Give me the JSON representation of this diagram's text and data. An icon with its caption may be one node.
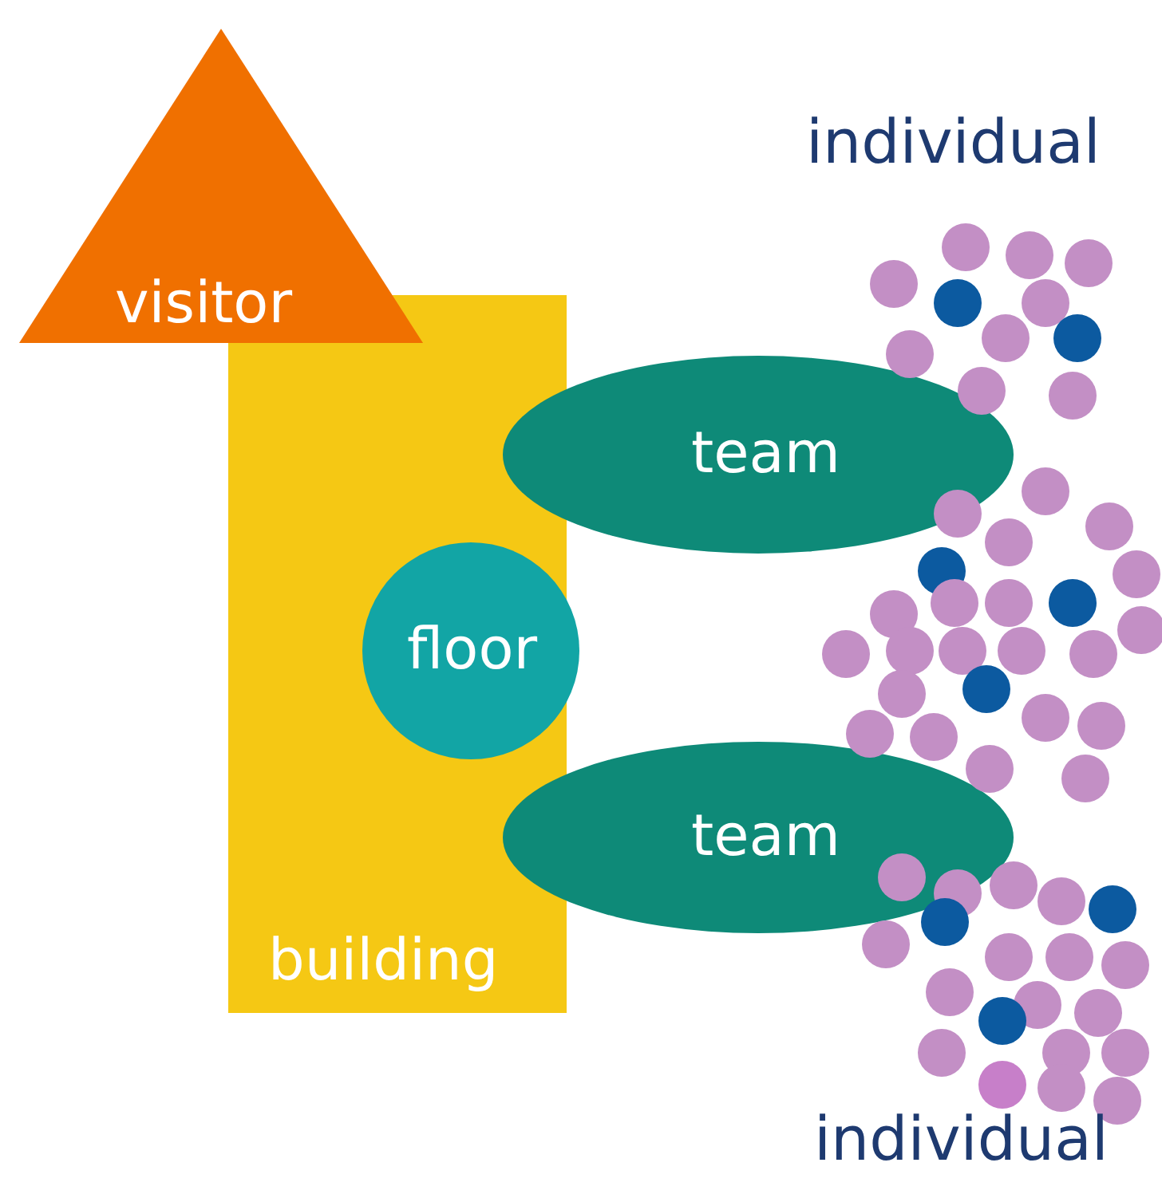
{
  "diagram": {
    "nodes": [
      {
        "text": [
          "visitor"
        ]
      },
      {
        "text": [
          "building"
        ]
      },
      {
        "text": [
          "floor"
        ]
      },
      {
        "text": [
          "team"
        ]
      },
      {
        "text": [
          "team"
        ]
      }
    ],
    "labels": [
      "individual",
      "individual"
    ]
  }
}
